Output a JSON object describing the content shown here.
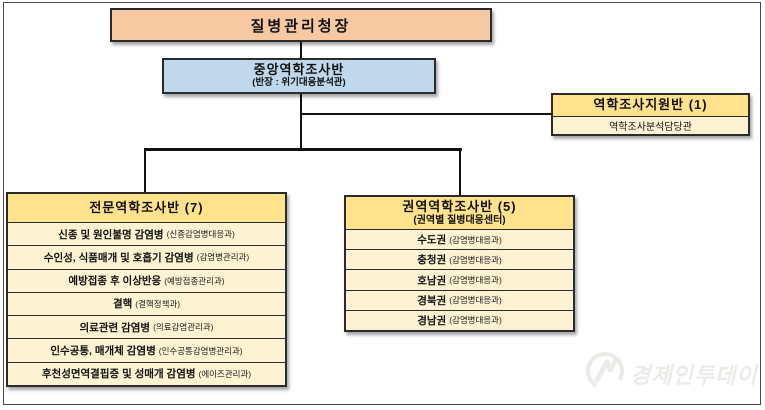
{
  "colors": {
    "root_box": "#F7C9A3",
    "central_box": "#BFD8EC",
    "header_yellow": "#FFE28C",
    "row_yellow": "#FDF3D2",
    "line": "#111111",
    "border": "#2B2B2B"
  },
  "chart": {
    "root": {
      "label": "질병관리청장"
    },
    "central": {
      "label": "중앙역학조사반",
      "subtitle": "(반장 : 위기대응분석관)"
    },
    "support": {
      "title": "역학조사지원반 (1)",
      "member": "역학조사분석담당관"
    },
    "specialized": {
      "title": "전문역학조사반 (7)",
      "items": [
        {
          "label": "신종 및 원인불명 감염병",
          "dept": "(신종감염병대응과)"
        },
        {
          "label": "수인성, 식품매개 및 호흡기 감염병",
          "dept": "(감염병관리과)"
        },
        {
          "label": "예방접종 후 이상반응",
          "dept": "(예방접종관리과)"
        },
        {
          "label": "결핵",
          "dept": "(결핵정책과)"
        },
        {
          "label": "의료관련 감염병",
          "dept": "(의료감염관리과)"
        },
        {
          "label": "인수공통, 매개체 감염병",
          "dept": "(인수공통감염병관리과)"
        },
        {
          "label": "후천성면역결핍증 및 성매개 감염병",
          "dept": "(에이즈관리과)"
        }
      ]
    },
    "regional": {
      "title": "권역역학조사반 (5)",
      "subtitle": "(권역별 질병대응센터)",
      "items": [
        {
          "label": "수도권",
          "dept": "(감염병대응과)"
        },
        {
          "label": "충청권",
          "dept": "(감염병대응과)"
        },
        {
          "label": "호남권",
          "dept": "(감염병대응과)"
        },
        {
          "label": "경북권",
          "dept": "(감염병대응과)"
        },
        {
          "label": "경남권",
          "dept": "(감염병대응과)"
        }
      ]
    }
  },
  "watermark": {
    "text": "경제인투데이"
  }
}
